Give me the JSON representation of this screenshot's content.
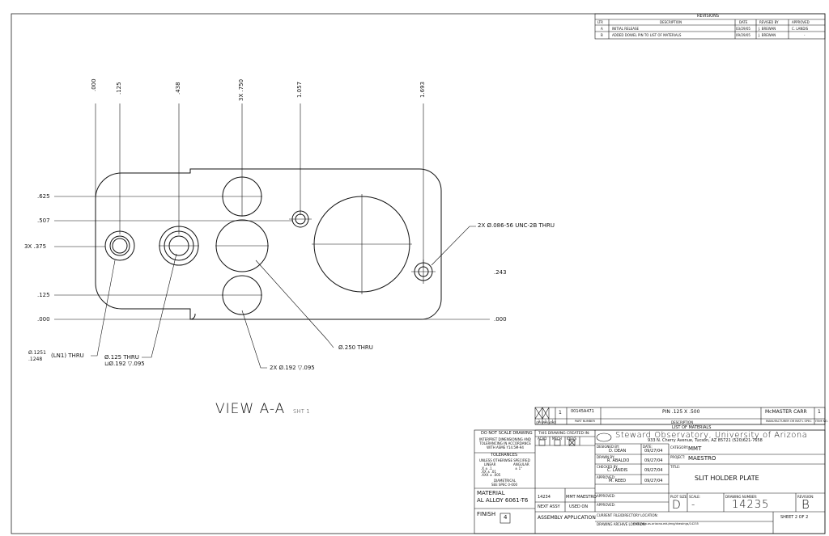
{
  "revisions": {
    "title": "REVISIONS",
    "headers": [
      "LTR",
      "DESCRIPTION",
      "DATE",
      "REVISED BY",
      "APPROVED"
    ],
    "rows": [
      [
        "A",
        "INITIAL RELEASE",
        "03/29/05",
        "J. BREWAN",
        "C. LANDIS"
      ],
      [
        "B",
        "ADDED DOWEL PIN TO LIST OF MATERIALS",
        "09/29/05",
        "J. BREWAN",
        "-"
      ]
    ]
  },
  "dims": {
    "top": [
      ".000",
      ".125",
      ".438",
      "3X .750",
      "1.057",
      "1.693"
    ],
    "left": [
      ".625",
      ".507",
      "3X .375",
      ".125",
      ".000"
    ],
    "right_zero": ".000",
    "right_243": ".243",
    "callout_tap": "2X Ø.086-56 UNC-2B THRU",
    "callout_250": "Ø.250 THRU",
    "callout_192": "2X Ø.192 ▽.095",
    "callout_125_a": "Ø.125 THRU",
    "callout_125_b": "⊔Ø.192 ▽.095",
    "callout_ln1_a": "Ø.1251",
    "callout_ln1_b": ".1248",
    "callout_ln1_c": "(LN1) THRU"
  },
  "view": {
    "label": "VIEW A-A",
    "sheet": "SHT 1"
  },
  "bom": {
    "qty_cols": [
      "-3",
      "-2",
      "-1"
    ],
    "qty_label": "QTY PER ASSY",
    "qty_val": "1",
    "part_no": "00145A471",
    "part_no_label": "PART NUMBER",
    "description": "PIN .125 X .500",
    "description_label": "DESCRIPTION",
    "vendor": "McMASTER CARR",
    "vendor_label": "MANUFACTURER OR MAT'L SPEC",
    "item": "1",
    "item_label": "ITEM NO.",
    "title": "LIST OF MATERIALS"
  },
  "notes": {
    "dnsd": "DO NOT SCALE DRAWING",
    "interpret": "INTERPRET DIMENSIONING AND TOLERANCING IN ACCORDANCE WITH ASME Y14.5M-94",
    "tolerances": "TOLERANCES",
    "unless": "UNLESS OTHERWISE SPECIFIED",
    "linear": "LINEAR",
    "angular": "ANGULAR",
    "tol_x": ".X  ± .1",
    "tol_xx": ".XX  ± .01",
    "tol_xxx": ".XXX ± .005",
    "tol_ang": "± 1°",
    "diametrical": "DIAMETRICAL",
    "see_spec": "SEE SPEC 0-000",
    "material_label": "MATERIAL",
    "material": "AL ALLOY 6061-T6",
    "finish_label": "FINISH",
    "finish": "4"
  },
  "created": {
    "title": "THIS DRAWING CREATED IN:",
    "cols": [
      "ACAD",
      "MECH",
      "IDEVS"
    ]
  },
  "signatures": [
    {
      "label": "DESIGNED BY:",
      "name": "D. DEAN",
      "date": "09/27/04"
    },
    {
      "label": "DRAWN BY:",
      "name": "R. ABALDO",
      "date": "09/27/04"
    },
    {
      "label": "CHECKED BY:",
      "name": "C. LANDIS",
      "date": "09/27/04"
    },
    {
      "label": "APPROVED:",
      "name": "M. REED",
      "date": "09/27/04"
    },
    {
      "label": "APPROVED:",
      "name": "",
      "date": ""
    },
    {
      "label": "APPROVED:",
      "name": "",
      "date": ""
    }
  ],
  "date_label": "DATE:",
  "next_assy": {
    "assy_no": "14234",
    "assy_proj": "MMT MAESTRO",
    "next_label": "NEXT ASSY",
    "used_label": "USED ON",
    "app_label": "ASSEMBLY APPLICATION"
  },
  "org": {
    "name": "Steward Observatory, University of Arizona",
    "address": "933 N. Cherry Avenue, Tucson, AZ 85721  (520)621-7658"
  },
  "category_label": "CATEGORY:",
  "category": "MMT",
  "project_label": "PROJECT:",
  "project": "MAESTRO",
  "title_label": "TITLE:",
  "title": "SLIT HOLDER PLATE",
  "plot_size_label": "PLOT SIZE",
  "plot_size": "D",
  "scale_label": "SCALE:",
  "scale": "-",
  "drawing_no_label": "DRAWING NUMBER:",
  "drawing_no": "14235",
  "revision_label": "REVISION:",
  "revision": "B",
  "current_file_label": "CURRENT FILE/DIRECTORY LOCATION:",
  "archive_label": "DRAWING ARCHIVE LOCATION:",
  "archive": "http://sbo.as.arizona.edu/eng/drawings/14235",
  "sheet": "SHEET 2 OF 2"
}
